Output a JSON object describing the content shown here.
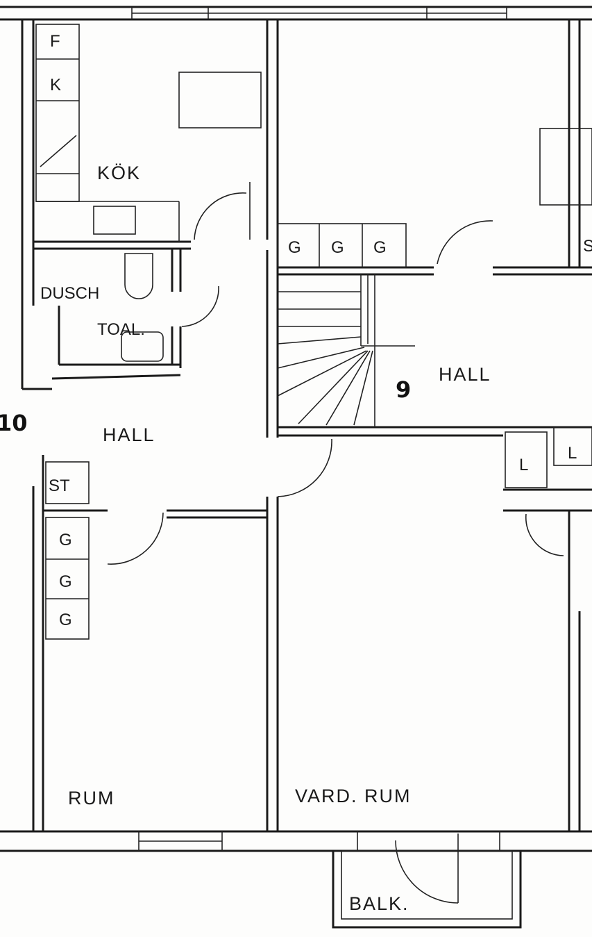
{
  "apartment_numbers": {
    "left": "10",
    "right": "9"
  },
  "rooms": {
    "kitchen": "KÖK",
    "shower": "DUSCH",
    "toilet": "TOAL.",
    "hall_left": "HALL",
    "hall_right": "HALL",
    "room": "RUM",
    "living_room": "VARD. RUM",
    "balcony": "BALK."
  },
  "fixtures": {
    "fridge": "F",
    "freezer": "K",
    "wardrobes_top": [
      "G",
      "G",
      "G"
    ],
    "wardrobes_left": [
      "G",
      "G",
      "G"
    ],
    "storage": "ST",
    "linen_1": "L",
    "linen_2": "L",
    "partial_right": "S"
  }
}
